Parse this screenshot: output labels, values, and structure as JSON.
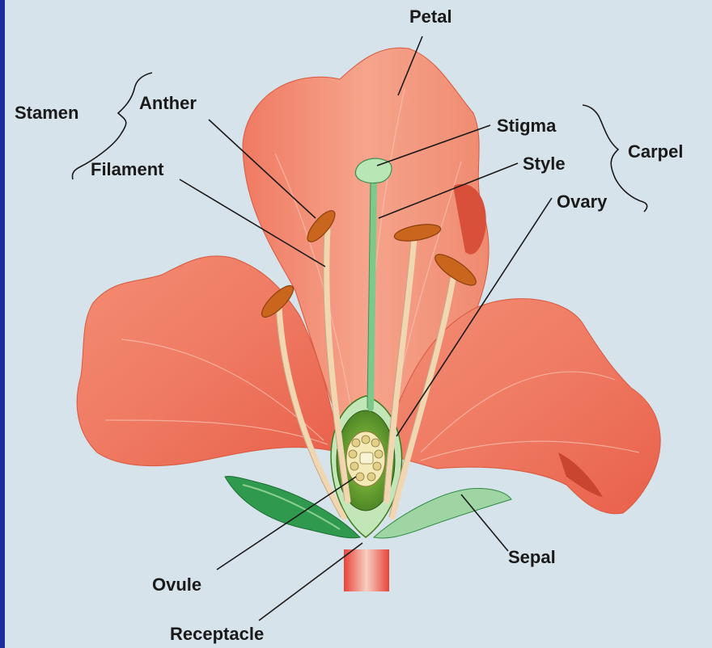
{
  "labels": {
    "petal": "Petal",
    "stamen": "Stamen",
    "anther": "Anther",
    "filament": "Filament",
    "stigma": "Stigma",
    "style": "Style",
    "ovary": "Ovary",
    "carpel": "Carpel",
    "ovule": "Ovule",
    "receptacle": "Receptacle",
    "sepal": "Sepal"
  },
  "colors": {
    "background": "#d6e3ea",
    "border": "#1c2f9c",
    "petal": "#ef7a62",
    "petal_light": "#f6ab93",
    "filament": "#f1d6b2",
    "anther": "#c9651c",
    "style": "#7cc98b",
    "ovary": "#5a8f2a",
    "sepal": "#2f9a4e",
    "receptacle": "#e8433a"
  }
}
